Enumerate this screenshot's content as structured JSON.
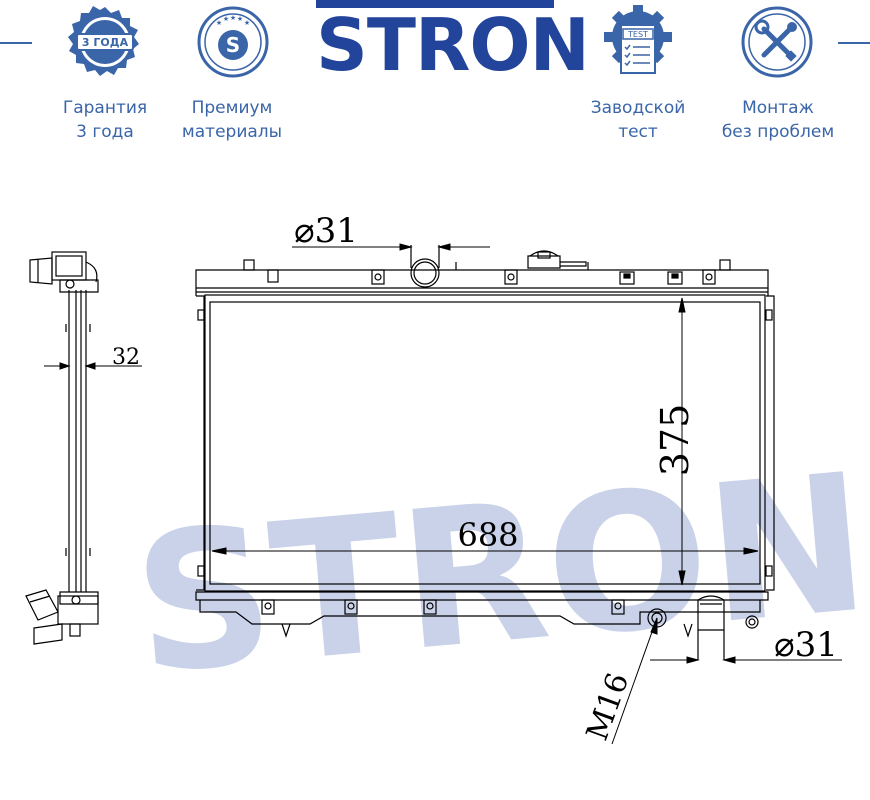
{
  "brand": {
    "name": "STRON",
    "watermark": "STRON",
    "color": "#22449a",
    "watermark_color": "#c9d2e8"
  },
  "features": [
    {
      "icon": "guarantee-badge-icon",
      "badge_text": "3 ГОДА",
      "label": "Гарантия\n3 года"
    },
    {
      "icon": "premium-materials-icon",
      "badge_text": "S",
      "label": "Премиум\nматериалы"
    },
    {
      "icon": "factory-test-icon",
      "badge_text": "TEST",
      "label": "Заводской\nтест"
    },
    {
      "icon": "easy-install-icon",
      "label": "Монтаж\nбез проблем"
    }
  ],
  "accent_color": "#3a65a8",
  "drawing": {
    "side_view_thickness": "32",
    "inlet_diameter": "⌀31",
    "height": "375",
    "width": "688",
    "outlet_diameter": "⌀31",
    "drain_thread": "M16"
  }
}
